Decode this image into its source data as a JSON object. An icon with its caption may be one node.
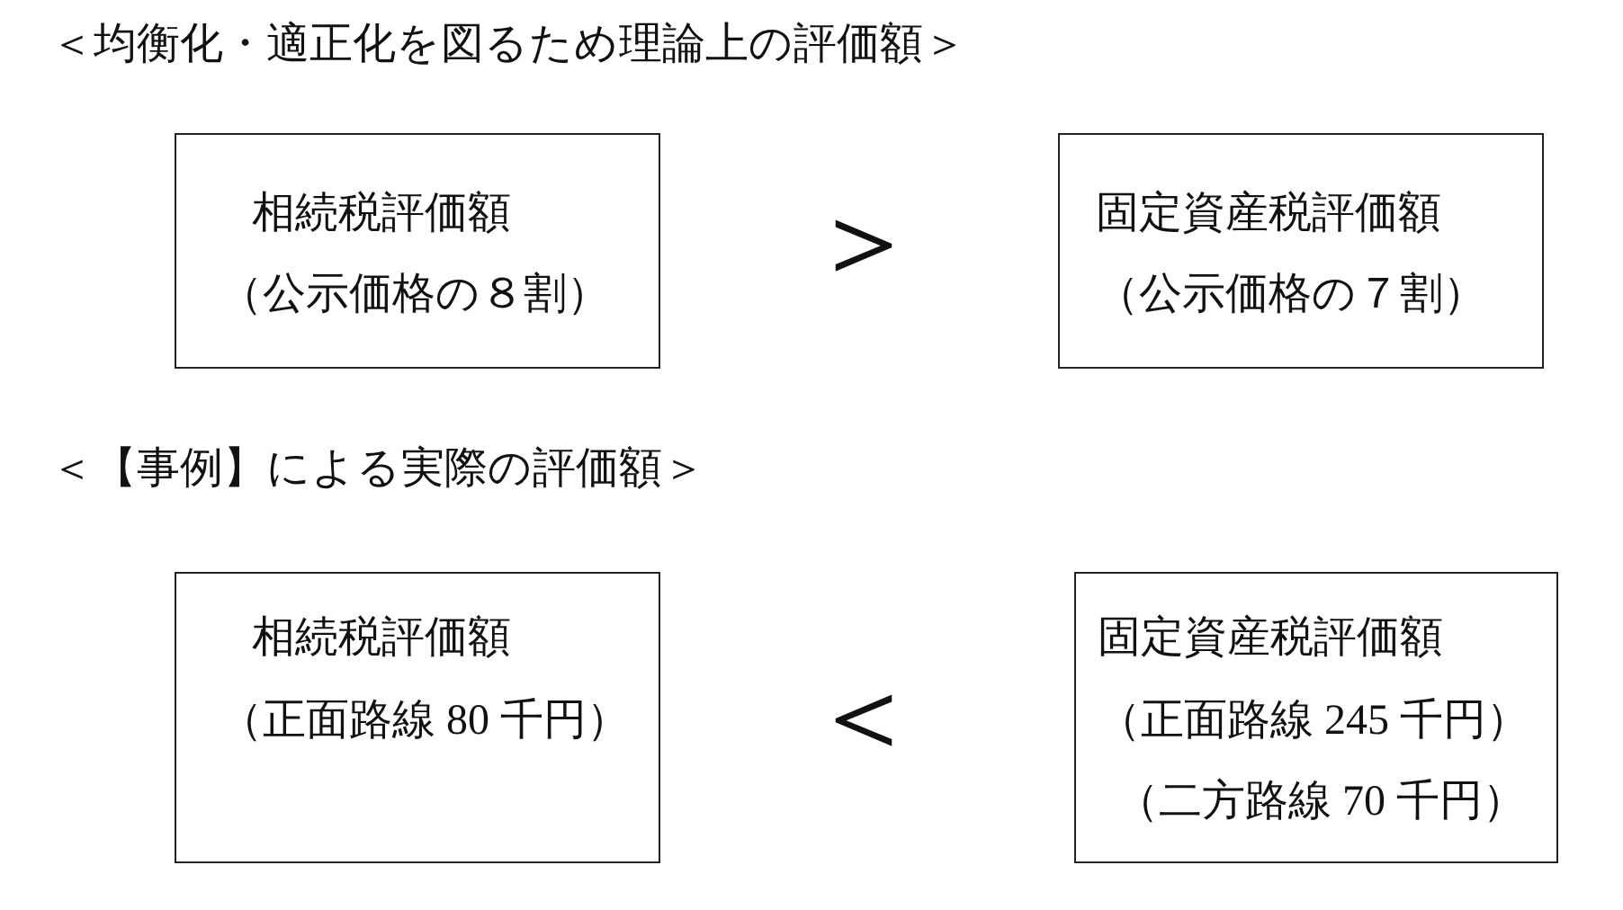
{
  "diagram": {
    "nodes": [
      {
        "text": [
          "相続税評価額",
          "（公示価格の８割）"
        ]
      },
      {
        "text": [
          "固定資産税評価額",
          "（公示価格の７割）"
        ]
      },
      {
        "text": [
          "相続税評価額",
          "（正面路線 80 千円）"
        ]
      },
      {
        "text": [
          "固定資産税評価額",
          "（正面路線 245 千円）",
          "（二方路線 70 千円）"
        ]
      }
    ],
    "edges": [],
    "labels": [
      "＜均衡化・適正化を図るため理論上の評価額＞",
      "＞",
      "＜【事例】による実際の評価額＞",
      "＜"
    ]
  }
}
